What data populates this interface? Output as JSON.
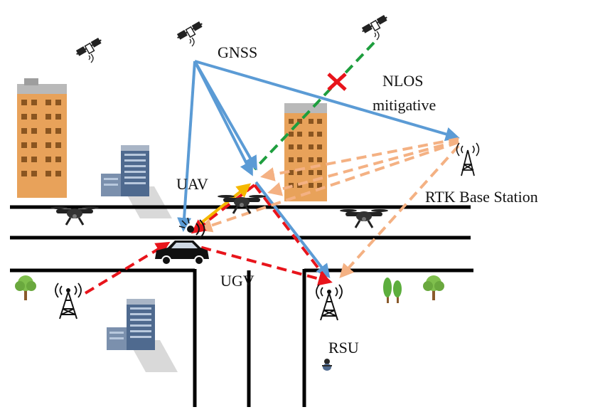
{
  "labels": {
    "gnss": "GNSS",
    "nlos_line1": "NLOS",
    "nlos_line2": "mitigative",
    "uav": "UAV",
    "rtk": "RTK Base Station",
    "ugv": "UGV",
    "rsu": "RSU"
  },
  "colors": {
    "gnss_link": "#5b9bd5",
    "blocked_link": "#1e9e3e",
    "block_mark": "#e8141b",
    "rtk_link": "#f4b183",
    "v2x_link": "#e8141b",
    "uav_ugv_link": "#f5b800",
    "road": "#000000",
    "building": "#e8a25a"
  },
  "icons": {
    "satellite": "satellite-icon",
    "drone": "drone-icon",
    "tower": "antenna-tower-icon",
    "car": "car-icon",
    "building": "building-icon",
    "tree": "tree-icon",
    "pedestrian": "pedestrian-icon"
  }
}
